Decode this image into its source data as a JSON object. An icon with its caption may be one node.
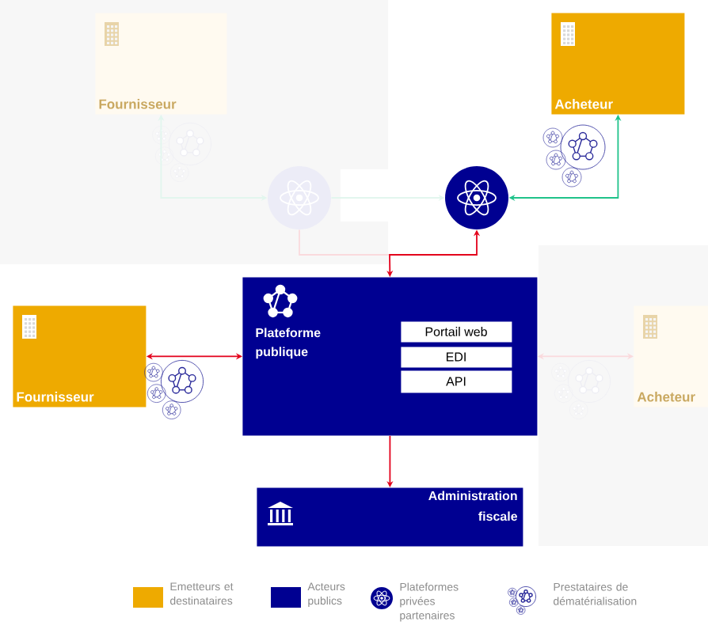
{
  "diagram": {
    "nodes": [
      {
        "text": [
          "Fournisseur"
        ]
      },
      {
        "text": [
          "Acheteur"
        ]
      },
      {
        "text": [],
        "shape": "circle"
      },
      {
        "text": [],
        "shape": "circle"
      },
      {
        "text": [
          "Plateforme publique"
        ]
      },
      {
        "text": [
          "Portail web"
        ],
        "in": 4
      },
      {
        "text": [
          "EDI"
        ],
        "in": 4
      },
      {
        "text": [
          "API"
        ],
        "in": 4
      },
      {
        "text": [
          "Fournisseur"
        ]
      },
      {
        "text": [
          "Acheteur"
        ]
      },
      {
        "text": [
          "Administration fiscale"
        ]
      }
    ],
    "edges": [
      {
        "from": 3,
        "to": 1,
        "arrow": "both",
        "color": "#1fc28a"
      },
      {
        "from": 4,
        "to": 3,
        "arrow": "both",
        "color": "#e3001b"
      },
      {
        "from": 8,
        "to": 4,
        "arrow": "both",
        "color": "#e3001b"
      },
      {
        "from": 4,
        "to": 10,
        "arrow": "to",
        "color": "#e3001b"
      },
      {
        "from": 2,
        "to": 0,
        "arrow": "both",
        "color": "#e2f6ee"
      },
      {
        "from": 2,
        "to": 3,
        "arrow": "to",
        "color": "#e2f6ee"
      },
      {
        "from": 2,
        "to": 4,
        "arrow": "none",
        "color": "#fadadd"
      },
      {
        "from": 4,
        "to": 9,
        "arrow": "both",
        "color": "#fadadd"
      }
    ],
    "legend": [
      {
        "text": "Emetteurs et destinataires",
        "color": "#eeaa00"
      },
      {
        "text": "Acteurs publics",
        "color": "#000091"
      },
      {
        "text": "Plateformes privées partenaires"
      },
      {
        "text": "Prestataires de dématérialisation"
      }
    ]
  }
}
